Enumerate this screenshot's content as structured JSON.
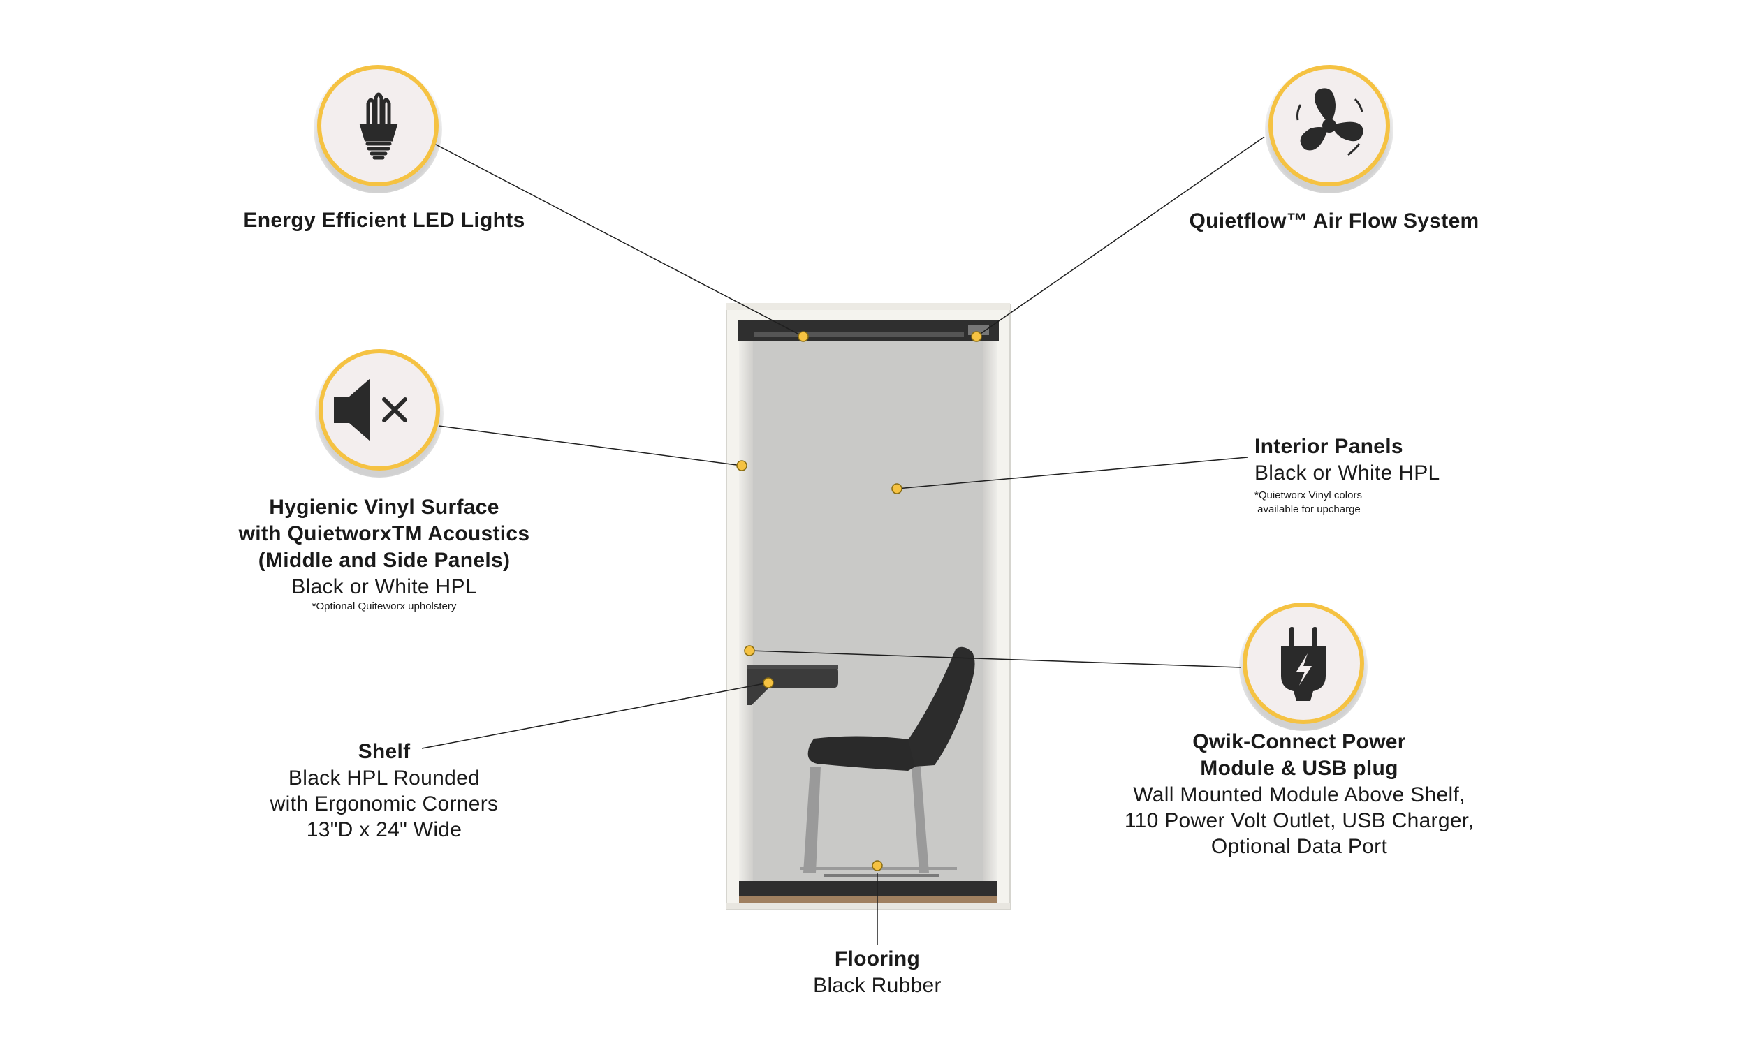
{
  "callouts": {
    "led": {
      "title": "Energy Efficient LED Lights",
      "icon": "led-bulb-icon"
    },
    "airflow": {
      "title": "Quietflow™ Air Flow System",
      "icon": "fan-icon"
    },
    "vinyl": {
      "title_lines": [
        "Hygienic Vinyl Surface",
        "with QuietworxTM Acoustics",
        "(Middle and Side Panels)"
      ],
      "subtitle": "Black or White HPL",
      "note": "*Optional Quiteworx upholstery",
      "icon": "speaker-mute-icon"
    },
    "interior": {
      "title": "Interior Panels",
      "subtitle": "Black or White HPL",
      "note_lines": [
        "*Quietworx Vinyl colors",
        " available for upcharge"
      ]
    },
    "shelf": {
      "title": "Shelf",
      "lines": [
        "Black HPL Rounded",
        "with Ergonomic Corners",
        "13\"D x 24\" Wide"
      ]
    },
    "power": {
      "title_lines": [
        "Qwik-Connect Power",
        "Module & USB plug"
      ],
      "lines": [
        "Wall Mounted Module Above Shelf,",
        "110 Power Volt Outlet, USB Charger,",
        "Optional Data Port"
      ],
      "icon": "power-plug-icon"
    },
    "flooring": {
      "title": "Flooring",
      "subtitle": "Black Rubber"
    }
  },
  "colors": {
    "accent": "#F5C242",
    "icon_bg": "#F3EEEE",
    "booth_frame": "#F4F3EE",
    "booth_interior": "#C9C9C7",
    "dark": "#2B2B2B"
  }
}
